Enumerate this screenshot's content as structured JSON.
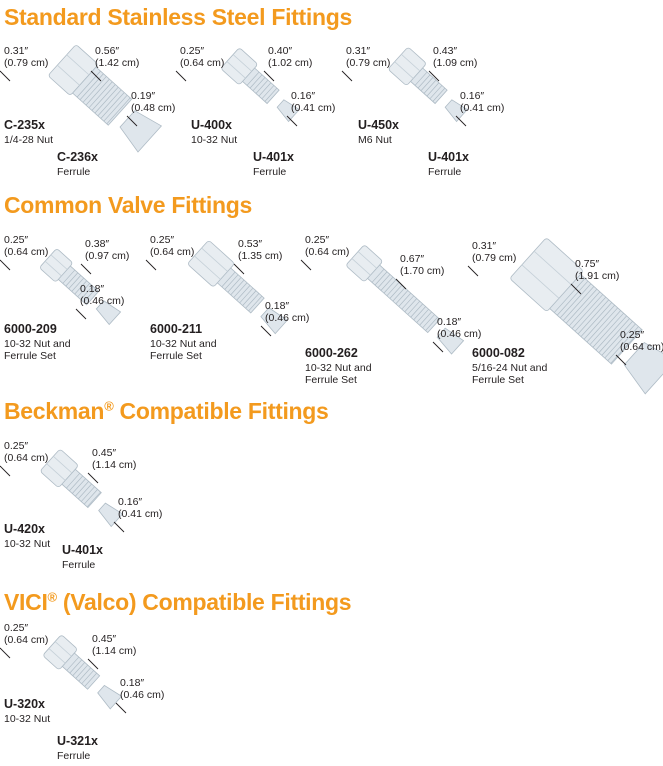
{
  "sections": [
    {
      "title": "Standard Stainless Steel Fittings",
      "items": [
        {
          "code": "C-235x",
          "desc": [
            "1/4-28 Nut"
          ],
          "dims": [
            [
              "0.31″",
              "(0.79 cm)"
            ],
            [
              "0.56″",
              "(1.42 cm)"
            ],
            [
              "0.19″",
              "(0.48 cm)"
            ]
          ],
          "ferrule_code": "C-236x",
          "ferrule_desc": "Ferrule"
        },
        {
          "code": "U-400x",
          "desc": [
            "10-32 Nut"
          ],
          "dims": [
            [
              "0.25″",
              "(0.64 cm)"
            ],
            [
              "0.40″",
              "(1.02 cm)"
            ],
            [
              "0.16″",
              "(0.41 cm)"
            ]
          ],
          "ferrule_code": "U-401x",
          "ferrule_desc": "Ferrule"
        },
        {
          "code": "U-450x",
          "desc": [
            "M6 Nut"
          ],
          "dims": [
            [
              "0.31″",
              "(0.79 cm)"
            ],
            [
              "0.43″",
              "(1.09 cm)"
            ],
            [
              "0.16″",
              "(0.41 cm)"
            ]
          ],
          "ferrule_code": "U-401x",
          "ferrule_desc": "Ferrule"
        }
      ]
    },
    {
      "title": "Common Valve Fittings",
      "items": [
        {
          "code": "6000-209",
          "desc": [
            "10-32 Nut and",
            "Ferrule Set"
          ],
          "dims": [
            [
              "0.25″",
              "(0.64 cm)"
            ],
            [
              "0.38″",
              "(0.97 cm)"
            ],
            [
              "0.18″",
              "(0.46 cm)"
            ]
          ]
        },
        {
          "code": "6000-211",
          "desc": [
            "10-32 Nut and",
            "Ferrule Set"
          ],
          "dims": [
            [
              "0.25″",
              "(0.64 cm)"
            ],
            [
              "0.53″",
              "(1.35 cm)"
            ],
            [
              "0.18″",
              "(0.46 cm)"
            ]
          ]
        },
        {
          "code": "6000-262",
          "desc": [
            "10-32 Nut and",
            "Ferrule Set"
          ],
          "dims": [
            [
              "0.25″",
              "(0.64 cm)"
            ],
            [
              "0.67″",
              "(1.70 cm)"
            ],
            [
              "0.18″",
              "(0.46 cm)"
            ]
          ]
        },
        {
          "code": "6000-082",
          "desc": [
            "5/16-24 Nut and",
            "Ferrule Set"
          ],
          "dims": [
            [
              "0.31″",
              "(0.79 cm)"
            ],
            [
              "0.75″",
              "(1.91 cm)"
            ],
            [
              "0.25″",
              "(0.64 cm)"
            ]
          ]
        }
      ]
    },
    {
      "title": "Beckman",
      "title_mark": "®",
      "title_rest": " Compatible Fittings",
      "items": [
        {
          "code": "U-420x",
          "desc": [
            "10-32 Nut"
          ],
          "dims": [
            [
              "0.25″",
              "(0.64 cm)"
            ],
            [
              "0.45″",
              "(1.14 cm)"
            ],
            [
              "0.16″",
              "(0.41 cm)"
            ]
          ],
          "ferrule_code": "U-401x",
          "ferrule_desc": "Ferrule"
        }
      ]
    },
    {
      "title": "VICI",
      "title_mark": "®",
      "title_rest": " (Valco) Compatible Fittings",
      "items": [
        {
          "code": "U-320x",
          "desc": [
            "10-32 Nut"
          ],
          "dims": [
            [
              "0.25″",
              "(0.64 cm)"
            ],
            [
              "0.45″",
              "(1.14 cm)"
            ],
            [
              "0.18″",
              "(0.46 cm)"
            ]
          ],
          "ferrule_code": "U-321x",
          "ferrule_desc": "Ferrule"
        }
      ]
    }
  ],
  "colors": {
    "title": "#f39a1e",
    "part": "#dfe6ec",
    "part_edge": "#aebbc5"
  }
}
